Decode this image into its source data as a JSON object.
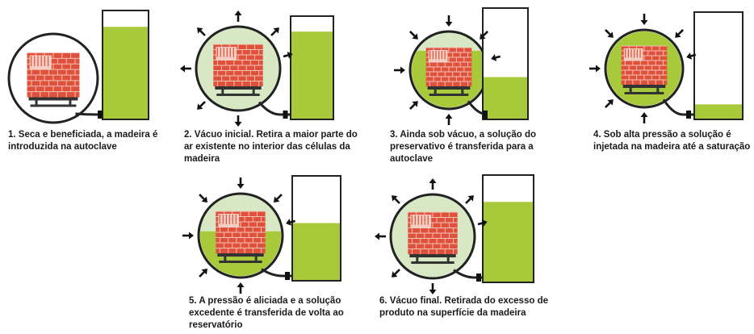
{
  "colors": {
    "solution": "#a8c93a",
    "chamber_fill": "#d9e8c4",
    "outline": "#222222",
    "brick": "#e0503a",
    "brick_mortar": "#f3c2b6",
    "arrow": "#111111"
  },
  "steps": [
    {
      "caption": "1. Seca e beneficiada, a madeira é introduzida na autoclave",
      "vacuum": "none",
      "chamber_solution_level": 0,
      "reservoir_solution_level": 0.85
    },
    {
      "caption": "2. Vácuo inicial. Retira a maior parte do ar existente no interior das células da madeira",
      "vacuum": "out",
      "chamber_solution_level": 0,
      "reservoir_solution_level": 0.85
    },
    {
      "caption": "3. Ainda sob vácuo, a solução do preservativo é transferida para a autoclave",
      "vacuum": "in",
      "chamber_solution_level": 0.75,
      "reservoir_solution_level": 0.38
    },
    {
      "caption": "4. Sob alta pressão a solução é injetada na madeira até a saturação",
      "vacuum": "in",
      "chamber_solution_level": 1,
      "reservoir_solution_level": 0.14
    },
    {
      "caption": "5. A pressão é aliciada e a solução excedente é transferida de volta ao reservatório",
      "vacuum": "in",
      "chamber_solution_level": 0.55,
      "reservoir_solution_level": 0.55
    },
    {
      "caption": "6. Vácuo final. Retirada do excesso de produto na superfície da madeira",
      "vacuum": "out",
      "chamber_solution_level": 0,
      "reservoir_solution_level": 0.75
    }
  ]
}
